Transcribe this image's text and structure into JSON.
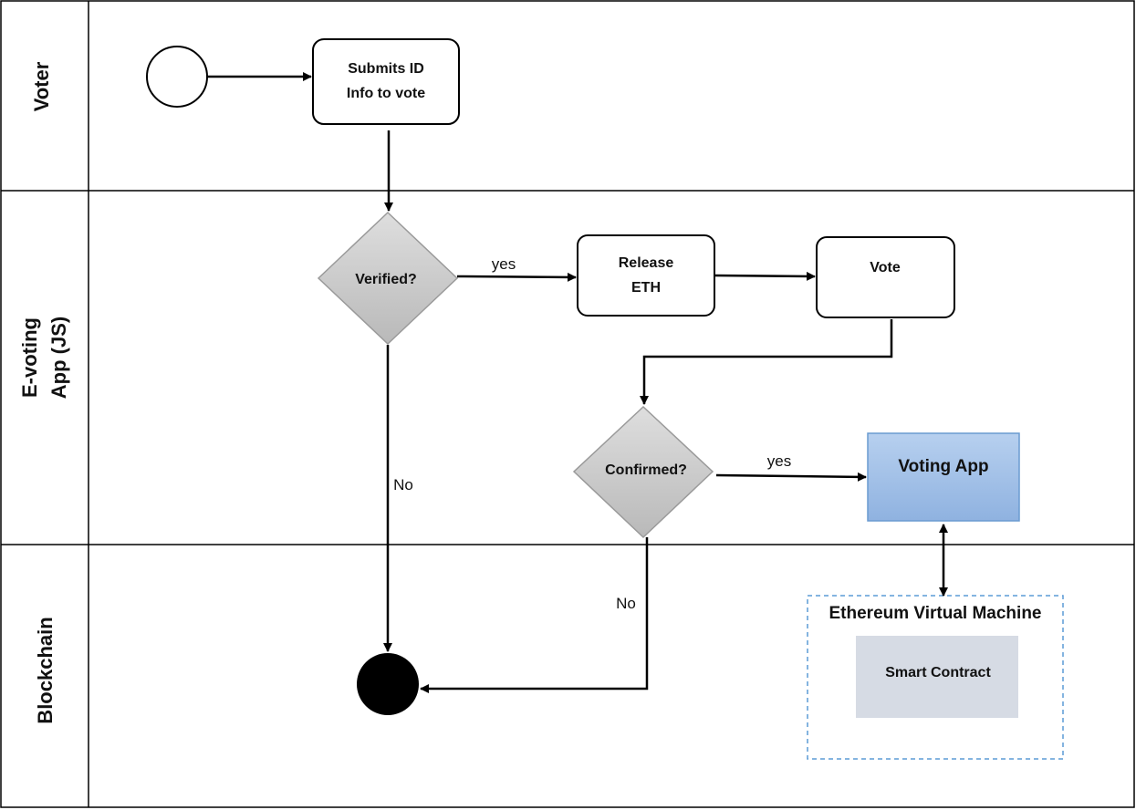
{
  "lanes": {
    "voter": "Voter",
    "evoting_line1": "E-voting",
    "evoting_line2": "App (JS)",
    "blockchain": "Blockchain"
  },
  "nodes": {
    "submit_line1": "Submits ID",
    "submit_line2": "Info to vote",
    "verified": "Verified?",
    "release_line1": "Release",
    "release_line2": "ETH",
    "vote": "Vote",
    "confirmed": "Confirmed?",
    "voting_app": "Voting App",
    "evm": "Ethereum Virtual Machine",
    "smart_contract": "Smart Contract"
  },
  "edges": {
    "verified_yes": "yes",
    "verified_no": "No",
    "confirmed_yes": "yes",
    "confirmed_no": "No"
  },
  "colors": {
    "diamond_fill": "#c8c8c8",
    "voting_app_fill": "#a4c2e8",
    "voting_app_border": "#6a9bd1",
    "smart_contract_fill": "#d6dbe4",
    "evm_border": "#5b9bd5"
  }
}
